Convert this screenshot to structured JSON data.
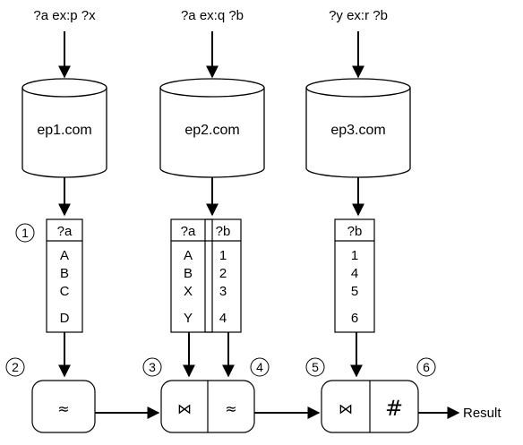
{
  "queries": [
    {
      "pattern": "?a ex:p ?x",
      "endpoint": "ep1.com"
    },
    {
      "pattern": "?a ex:q ?b",
      "endpoint": "ep2.com"
    },
    {
      "pattern": "?y ex:r ?b",
      "endpoint": "ep3.com"
    }
  ],
  "tables": {
    "t1": {
      "header": "?a",
      "rows": [
        "A",
        "B",
        "C",
        "D"
      ]
    },
    "t2": {
      "headers": [
        "?a",
        "?b"
      ],
      "col1": [
        "A",
        "B",
        "X",
        "Y"
      ],
      "col2": [
        "1",
        "2",
        "3",
        "4"
      ]
    },
    "t3": {
      "header": "?b",
      "rows": [
        "1",
        "4",
        "5",
        "6"
      ]
    }
  },
  "steps": [
    "1",
    "2",
    "3",
    "4",
    "5",
    "6"
  ],
  "operators": {
    "approx": "≈",
    "join": "⋈",
    "hash": "#"
  },
  "result_label": "Result"
}
